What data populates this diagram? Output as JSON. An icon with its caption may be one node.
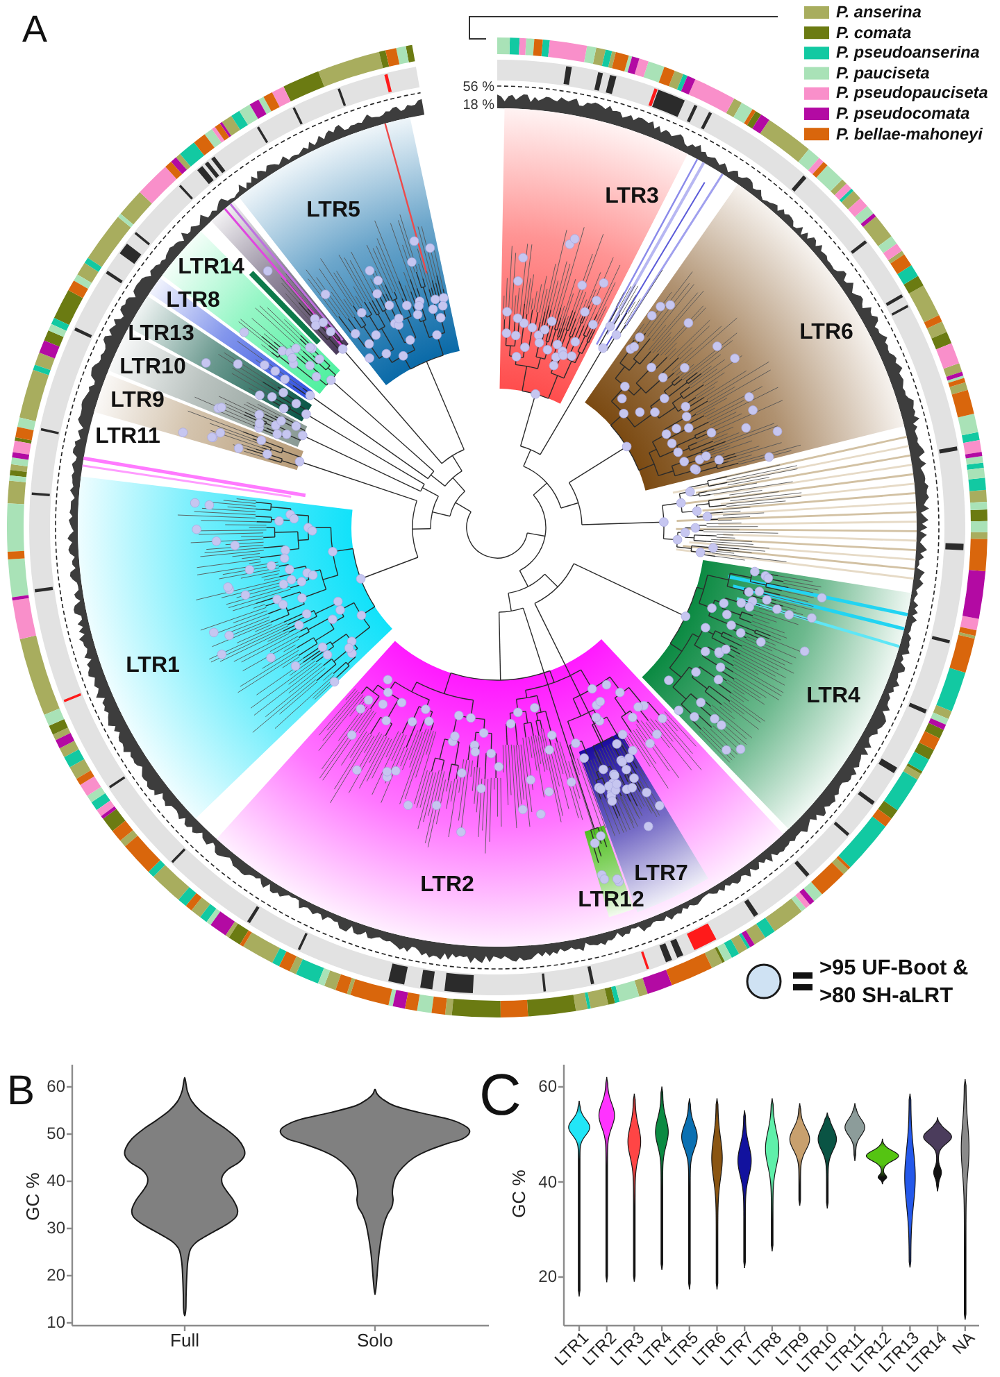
{
  "diagram": {
    "nodes": [
      {
        "text": [],
        "shape": "violin"
      },
      {
        "text": [],
        "shape": "violin"
      },
      {
        "text": [],
        "shape": "violin"
      },
      {
        "text": [],
        "shape": "violin"
      },
      {
        "text": [],
        "shape": "violin"
      },
      {
        "text": [],
        "shape": "violin"
      },
      {
        "text": [],
        "shape": "violin"
      },
      {
        "text": [],
        "shape": "violin"
      },
      {
        "text": [],
        "shape": "violin"
      },
      {
        "text": [],
        "shape": "violin"
      },
      {
        "text": [],
        "shape": "violin"
      },
      {
        "text": [],
        "shape": "violin"
      },
      {
        "text": [],
        "shape": "violin"
      },
      {
        "text": [],
        "shape": "violin"
      },
      {
        "text": [],
        "shape": "violin"
      },
      {
        "text": [],
        "shape": "violin"
      },
      {
        "text": [],
        "shape": "violin"
      }
    ],
    "labels": [
      "A",
      "56 %",
      "18 %",
      "LTR5",
      "LTR3",
      "LTR14",
      "LTR8",
      "LTR13",
      "LTR6",
      "LTR10",
      "LTR9",
      "LTR11",
      "LTR1",
      "LTR4",
      "LTR2",
      "LTR7",
      "LTR12",
      "B",
      "60",
      "50",
      "40",
      "30",
      "20",
      "10",
      "GC %",
      "Full",
      "Solo",
      "C",
      "60",
      "40",
      "20",
      "GC %",
      "LTR1",
      "LTR2",
      "LTR3",
      "LTR4",
      "LTR5",
      "LTR6",
      "LTR7",
      "LTR8",
      "LTR9",
      "LTR10",
      "LTR11",
      "LTR12",
      "LTR13",
      "LTR14",
      "NA"
    ],
    "legend": [
      {
        "text": "P. anserina",
        "color": "#a8ad5e"
      },
      {
        "text": "P. comata",
        "color": "#6b7b12"
      },
      {
        "text": "P. pseudoanserina",
        "color": "#12c9a2"
      },
      {
        "text": "P. pauciseta",
        "color": "#a9e2b7"
      },
      {
        "text": "P. pseudopauciseta",
        "color": "#f98fca"
      },
      {
        "text": "P. pseudocomata",
        "color": "#b30aa3"
      },
      {
        "text": "P. bellae-mahoneyi",
        "color": "#d9660c"
      },
      {
        "text": ">95 UF-Boot & >80 SH-aLRT"
      }
    ]
  }
}
